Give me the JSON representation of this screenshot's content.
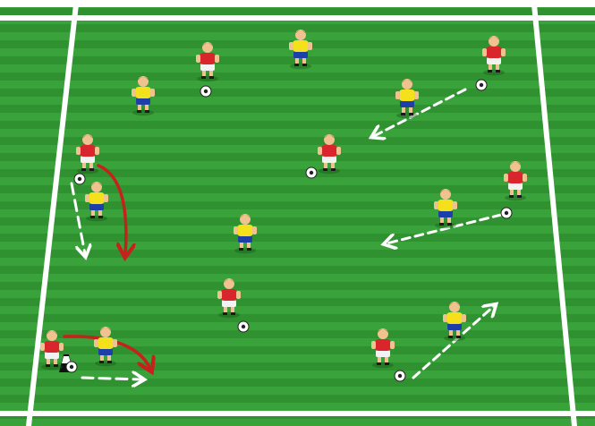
{
  "drill": {
    "surface": "grass-pitch",
    "colors": {
      "grass_light": "#3aa23a",
      "grass_dark": "#2e8f2e",
      "line": "#ffffff",
      "red_team_shirt": "#d8262c",
      "red_team_shorts": "#f2f2f2",
      "yellow_team_shirt": "#f4e11c",
      "yellow_team_shorts": "#1c3fa8",
      "dribble_arrow": "#ffffff",
      "run_arrow": "#c8201c"
    },
    "red_players": [
      {
        "id": "r1",
        "with_ball": true
      },
      {
        "id": "r2",
        "with_ball": true
      },
      {
        "id": "r3",
        "with_ball": true
      },
      {
        "id": "r4",
        "with_ball": true
      },
      {
        "id": "r5",
        "with_ball": true
      },
      {
        "id": "r6",
        "with_ball": true
      },
      {
        "id": "r7",
        "with_ball": true
      },
      {
        "id": "r8",
        "with_ball": true
      }
    ],
    "yellow_players": [
      {
        "id": "y1"
      },
      {
        "id": "y2"
      },
      {
        "id": "y3"
      },
      {
        "id": "y4"
      },
      {
        "id": "y5"
      },
      {
        "id": "y6"
      },
      {
        "id": "y7"
      },
      {
        "id": "y8"
      }
    ],
    "arrows": [
      {
        "id": "a1",
        "kind": "dribble",
        "style": "dashed",
        "color": "white"
      },
      {
        "id": "a2",
        "kind": "dribble",
        "style": "dashed",
        "color": "white"
      },
      {
        "id": "a3",
        "kind": "dribble",
        "style": "dashed",
        "color": "white"
      },
      {
        "id": "a4",
        "kind": "dribble",
        "style": "dashed",
        "color": "white"
      },
      {
        "id": "a5",
        "kind": "dribble",
        "style": "dashed",
        "color": "white"
      },
      {
        "id": "a6",
        "kind": "run",
        "style": "curved",
        "color": "red"
      },
      {
        "id": "a7",
        "kind": "run",
        "style": "curved",
        "color": "red"
      }
    ]
  }
}
